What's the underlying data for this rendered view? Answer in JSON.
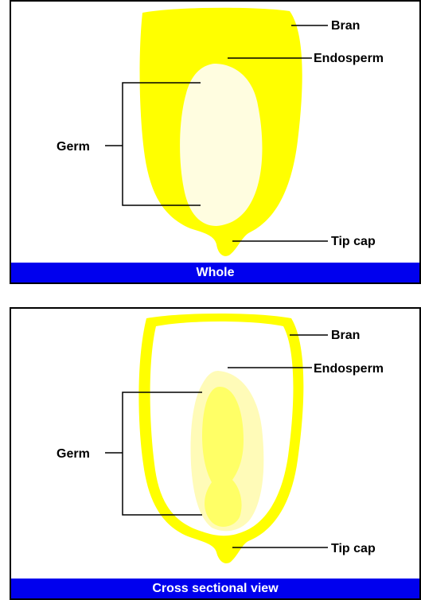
{
  "colors": {
    "bran": "#ffff00",
    "bran_edge": "#e8e800",
    "endosperm": "#fffde0",
    "germ_cross": "#ffff66",
    "endosperm_cross": "#fffbb8",
    "caption_bg": "#0000ee"
  },
  "panels": [
    {
      "caption": "Whole",
      "labels": {
        "bran": "Bran",
        "endosperm": "Endosperm",
        "germ": "Germ",
        "tip_cap": "Tip cap"
      }
    },
    {
      "caption": "Cross sectional view",
      "labels": {
        "bran": "Bran",
        "endosperm": "Endosperm",
        "germ": "Germ",
        "tip_cap": "Tip cap"
      }
    }
  ]
}
